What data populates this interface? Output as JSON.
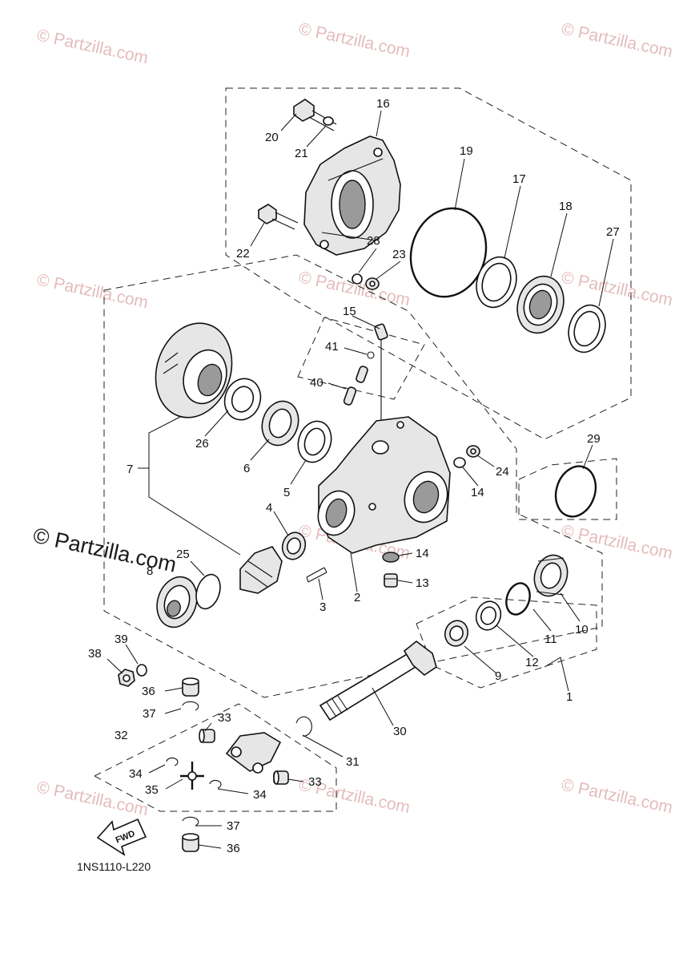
{
  "watermark": {
    "text": "© Partzilla.com"
  },
  "diagram_code": "1NS1110-L220",
  "fwd_label": "FWD",
  "part_labels": {
    "p1": "1",
    "p2": "2",
    "p3": "3",
    "p4": "4",
    "p5": "5",
    "p6": "6",
    "p7": "7",
    "p8": "8",
    "p9": "9",
    "p10": "10",
    "p11": "11",
    "p12": "12",
    "p13": "13",
    "p14a": "14",
    "p14b": "14",
    "p15": "15",
    "p16": "16",
    "p17": "17",
    "p18": "18",
    "p19": "19",
    "p20": "20",
    "p21": "21",
    "p22": "22",
    "p23": "23",
    "p24": "24",
    "p25": "25",
    "p26": "26",
    "p27": "27",
    "p28": "28",
    "p29": "29",
    "p30": "30",
    "p31": "31",
    "p32": "32",
    "p33a": "33",
    "p33b": "33",
    "p34a": "34",
    "p34b": "34",
    "p35": "35",
    "p36a": "36",
    "p36b": "36",
    "p37a": "37",
    "p37b": "37",
    "p38": "38",
    "p39": "39",
    "p40": "40",
    "p41": "41"
  }
}
